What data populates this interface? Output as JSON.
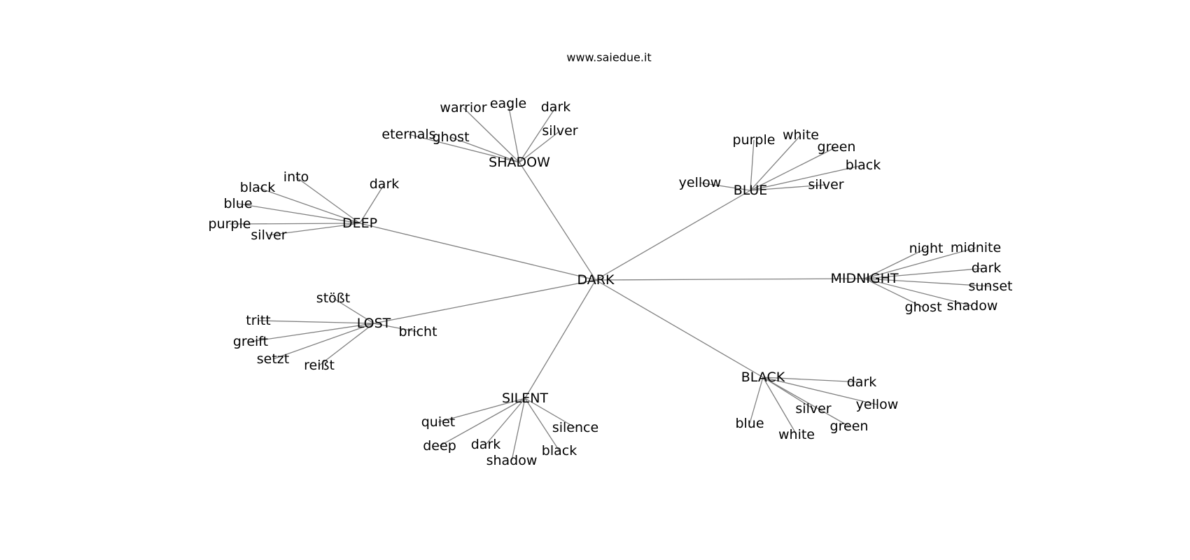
{
  "header": {
    "site_title": "www.saiedue.it"
  },
  "graph": {
    "center": "DARK",
    "hubs": [
      {
        "id": "shadow",
        "label": "SHADOW",
        "children": [
          "warrior",
          "eagle",
          "dark",
          "silver",
          "ghost",
          "eternals"
        ]
      },
      {
        "id": "blue",
        "label": "BLUE",
        "children": [
          "purple",
          "white",
          "green",
          "black",
          "silver",
          "yellow"
        ]
      },
      {
        "id": "deep",
        "label": "DEEP",
        "children": [
          "into",
          "dark",
          "black",
          "blue",
          "purple",
          "silver"
        ]
      },
      {
        "id": "midnight",
        "label": "MIDNIGHT",
        "children": [
          "night",
          "midnite",
          "dark",
          "sunset",
          "shadow",
          "ghost"
        ]
      },
      {
        "id": "lost",
        "label": "LOST",
        "children": [
          "stößt",
          "tritt",
          "greift",
          "setzt",
          "reißt",
          "bricht"
        ]
      },
      {
        "id": "black",
        "label": "BLACK",
        "children": [
          "dark",
          "yellow",
          "green",
          "silver",
          "white",
          "blue"
        ]
      },
      {
        "id": "silent",
        "label": "SILENT",
        "children": [
          "quiet",
          "deep",
          "dark",
          "shadow",
          "black",
          "silence"
        ]
      }
    ]
  }
}
